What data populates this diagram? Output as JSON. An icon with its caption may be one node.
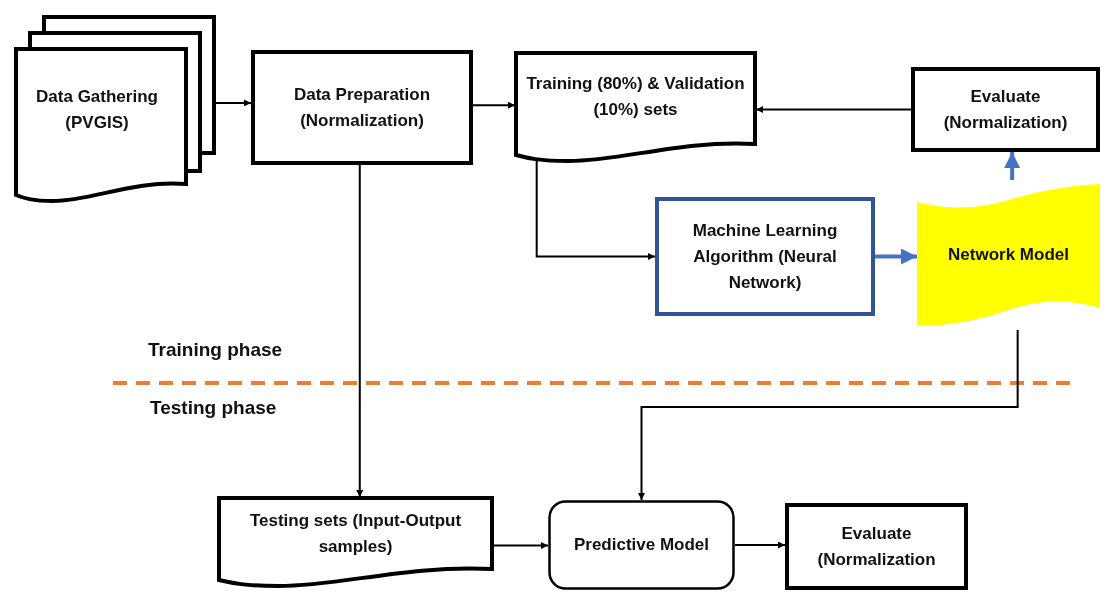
{
  "diagram": {
    "nodes": [
      {
        "text": [
          "Data Gathering (PVGIS)"
        ]
      },
      {
        "text": [
          "Data Preparation (Normalization)"
        ]
      },
      {
        "text": [
          "Training (80%) & Validation (10%) sets"
        ]
      },
      {
        "text": [
          "Evaluate (Normalization)"
        ]
      },
      {
        "text": [
          "Machine Learning Algorithm (Neural Network)"
        ]
      },
      {
        "text": [
          "Network Model"
        ]
      },
      {
        "text": [
          "Testing sets (Input-Output samples)"
        ]
      },
      {
        "text": [
          "Predictive Model"
        ]
      },
      {
        "text": [
          "Evaluate (Normalization"
        ]
      }
    ],
    "edges": [
      {
        "from": 0,
        "to": 1,
        "arrow": "to"
      },
      {
        "from": 1,
        "to": 2,
        "arrow": "to"
      },
      {
        "from": 3,
        "to": 2,
        "arrow": "to"
      },
      {
        "from": 2,
        "to": 4,
        "arrow": "to"
      },
      {
        "from": 4,
        "to": 5,
        "arrow": "to",
        "style": "thick",
        "color": "#4472c4"
      },
      {
        "from": 5,
        "to": 3,
        "arrow": "to",
        "style": "thick",
        "color": "#4472c4"
      },
      {
        "from": 1,
        "to": 6,
        "arrow": "to"
      },
      {
        "from": 5,
        "to": 7,
        "arrow": "to"
      },
      {
        "from": 6,
        "to": 7,
        "arrow": "to"
      },
      {
        "from": 7,
        "to": 8,
        "arrow": "to"
      }
    ],
    "labels": [
      "Training phase",
      "Testing phase"
    ]
  }
}
